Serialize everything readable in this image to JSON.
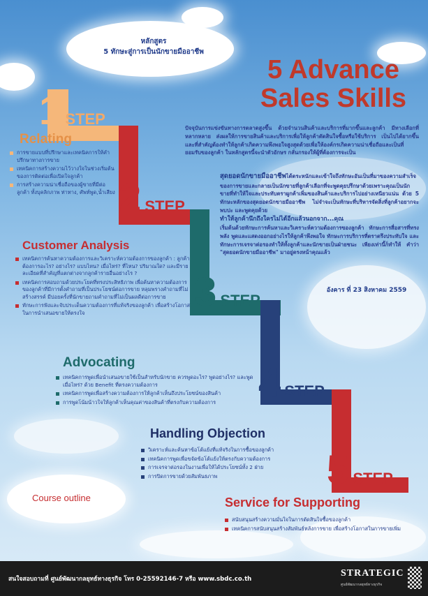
{
  "header": {
    "course_line1": "หลักสูตร",
    "course_line2": "5 ทักษะสู่การเป็นนักขายมืออาชีพ",
    "title_line1": "5 Advance",
    "title_line2": "Sales Skills"
  },
  "steps": [
    {
      "num": "1",
      "word": "STEP",
      "color": "#f5b77a"
    },
    {
      "num": "2",
      "word": "STEP",
      "color": "#c62d30"
    },
    {
      "num": "3",
      "word": "STEP",
      "color": "#1e6b6b"
    },
    {
      "num": "4",
      "word": "STEP",
      "color": "#27417a"
    },
    {
      "num": "5",
      "word": "STEP",
      "color": "#c62d30"
    }
  ],
  "intro": {
    "line1": "ปัจจุบันการแข่งขันทางการตลาดสูงขึ้น ด้วยจำนวนสินค้าและบริการที่มากขึ้นและลูกค้า มีทางเลือกที่หลากหลาย ส่งผลให้การขายสินค้าและบริการเพื่อให้ลูกค้าตัดสินใจซื้อหรือใช้บริการ เป็นไปได้ยากขึ้น และที่สำคัญต้องทำให้ลูกค้าเกิดความพึงพอใจสูงสุดด้วยเพื่อให้องค์กรเกิดความน่าเชื่อถือและเป็นที่ยอมรับของลูกค้า ในหลักสูตรนี้จะนำตัวอักษร กลั่นกรองให้ผู้ที่ต้องการจะเป็น",
    "highlight": "สุดยอดนักขายมืออาชีพ",
    "line2": "ได้ตระหนักและเข้าใจถึงทักษะอันเป็นที่มาของความสำเร็จของการขายและกลายเป็นนักขายที่ลูกค้าเลือกที่จะพูดคุยปรึกษาด้วยเพราะคุณเป็นนักขายที่ทำให้ใจและประทับตราผูกค้าเพิ่มของสินค้าและบริการไปอย่างเหนียวแน่น ด้วย 5 ทักษะหลักของสุดยอดนักขายมืออาชีพ ไม่จำจะเป็นทักษะที่บริหารจัดสิ่งที่ลูกค้าอยากจะพบปะ และพูดคุยด้วย",
    "highlight2": "ทำให้ลูกค้านึกถึงใครไม่ได้อีกแล้วนอกจาก...คุณ",
    "line3": "เริ่มต้นด้วยทักษะการค้นหาและวิเคราะห์ความต้องการของลูกค้า ทักษะการสื่อสารที่ทรงพลัง พูดและแสดงออกอย่างไรให้ลูกค้าพึงพอใจ ทักษะการบริการที่ตราตรึงประทับใจ และทักษะการเจรจาต่อรองทำให้ทั้งลูกค้าและนักขายเป็นฝ่ายชนะ เพียงเท่านี้ก็ทำให้ คำว่า \"สุดยอดนักขายมืออาชีพ\" มาอยู่ตรงหน้าคุณแล้ว"
  },
  "date": "อังคาร ที่ 23 สิงหาคม 2559",
  "sections": {
    "relating": {
      "title": "Relating",
      "items": [
        "การขายแบบที่ปรึกษาและเทคนิคการให้คำปรึกษาทางการขาย",
        "เทคนิคการสร้างความไว้วางใจในช่วงเริ่มต้นของการติดต่อเพื่อเปิดใจลูกค้า",
        "การสร้างความน่าเชื่อถือของผู้ขายที่มีต่อลูกค้า ทั้งบุคลิกภาพ ท่าทาง, ศัพท์พูด,น้ำเสียง"
      ]
    },
    "customer": {
      "title": "Customer Analysis",
      "items": [
        "เทคนิคการค้นหาความต้องการและวิเคราะห์ความต้องการของลูกค้า : ลูกค้าต้องการอะไร? อย่างไร? แบบไหน? เมื่อไหร่? ที่ไหน? ปริมาณใด? และมีรายละเอียดที่สำคัญที่แตกต่างจากลูกค้ารายอื่นอย่างไร ?",
        "เทคนิคการสอบถามด้วยประโยคที่ทรงประสิทธิภาพ เพื่อค้นหาความต้องการของลูกค้าที่มีการตั้งคำถามที่เป็นประโยชน์ต่อการขาย หลุมพรางคำถามที่ไม่สร้างสรรค์ มีบ่อยครั้งที่นักขายถามคำถามที่ไม่เป็นผลดีต่อการขาย",
        "ทักษะการฟังและจับประเด็นความต้องการที่แท้จริงของลูกค้า เพื่อสร้างโอกาสในการนำเสนอขายให้ตรงใจ"
      ]
    },
    "advocating": {
      "title": "Advocating",
      "items": [
        "เทคนิคการพูดเพื่อนำเสนอขายใช้เป็นสำหรับนักขาย ควรพูดอะไร? พูดอย่างไร? และพูดเมื่อไหร่? ด้วย Benefit ที่ตรงความต้องการ",
        "เทคนิคการพูดเพื่อสร้างความต้องการให้ลูกค้าเห็นถึงประโยชน์ของสินค้า",
        "การพูดโน้มน้าวใจให้ลูกค้าเห็นคุณค่าของสินค้าที่ตรงกับความต้องการ"
      ]
    },
    "handling": {
      "title": "Handling Objection",
      "items": [
        "วิเคราะห์และค้นหาข้อโต้แย้งที่แท้จริงในการซื้อของลูกค้า",
        "เทคนิคการพูดเพื่อขจัดข้อโต้แย้งให้ตรงกับความต้องการ",
        "การเจรจาต่อรองในงานเพื่อให้ได้ประโยชน์ทั้ง 2 ฝ่าย",
        "การปิดการขายด้วยสัมพันธภาพ"
      ]
    },
    "service": {
      "title": "Service for Supporting",
      "items": [
        "สนับสนุนสร้างความมั่นใจในการตัดสินใจซื้อของลูกค้า",
        "เทคนิคการสนับสนุนสร้างสัมพันธ์หลังการขาย เพื่อสร้างโอกาสในการขายเพิ่ม"
      ]
    }
  },
  "course_outline": "Course outline",
  "footer": {
    "contact": "สนใจสอบถามที่  ศูนย์พัฒนากลยุทธ์ทางธุรกิจ โทร 0-25592146-7 หรือ www.sbdc.co.th",
    "logo_text": "STRATEGIC",
    "logo_sub": "ศูนย์พัฒนากลยุทธ์ทางธุรกิจ"
  },
  "colors": {
    "title_red": "#c0392b",
    "navy": "#1f3a8a",
    "teal": "#1e6b6b",
    "orange": "#f5b77a"
  }
}
